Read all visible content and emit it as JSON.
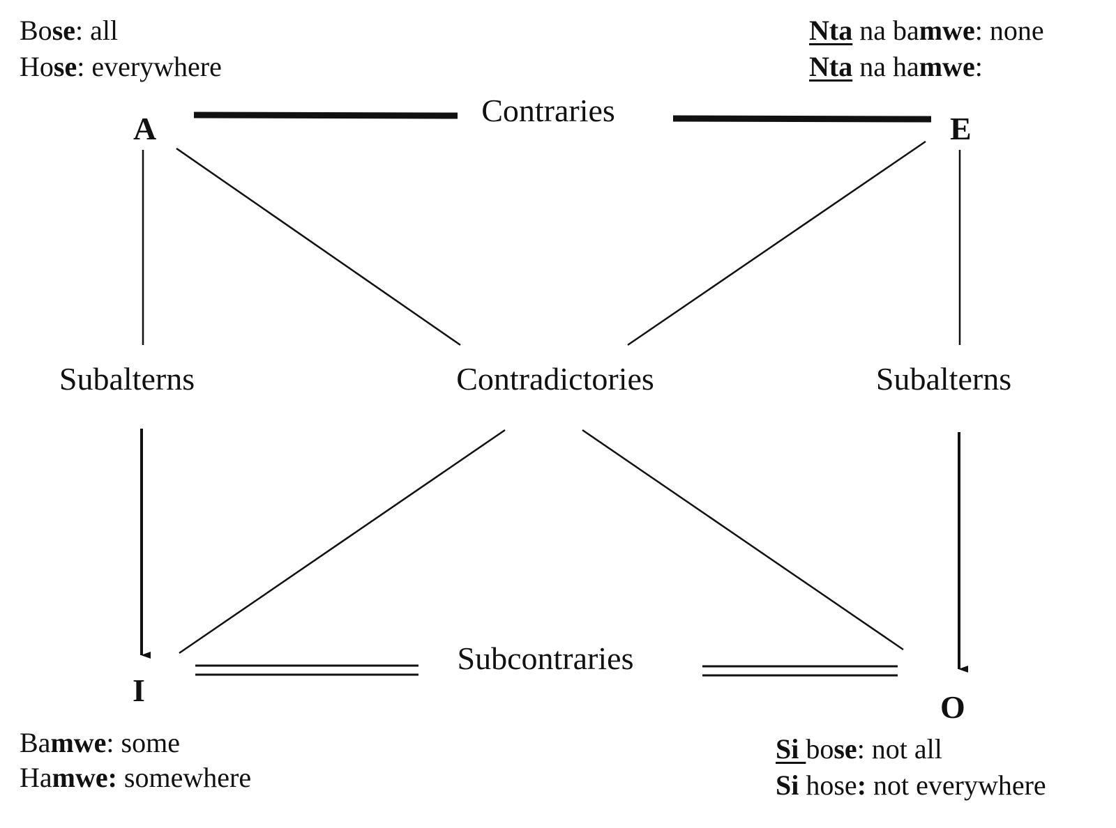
{
  "corners": {
    "a": "A",
    "e": "E",
    "i": "I",
    "o": "O"
  },
  "relations": {
    "contraries": "Contraries",
    "subalterns_left": "Subalterns",
    "contradictories": "Contradictories",
    "subalterns_right": "Subalterns",
    "subcontraries": "Subcontraries"
  },
  "glosses": {
    "a": [
      {
        "p1": "Bo",
        "p2": "se",
        "p3": ": all"
      },
      {
        "p1": "Ho",
        "p2": "se",
        "p3": ": everywhere"
      }
    ],
    "e": [
      {
        "p1": "Nta",
        "p2": " na ba",
        "p3": "mwe",
        "p4": ": none"
      },
      {
        "p1": "Nta",
        "p2": " na ha",
        "p3": "mwe",
        "p4": ":"
      }
    ],
    "i": [
      {
        "p1": "Ba",
        "p2": "mwe",
        "p3": ": some"
      },
      {
        "p1": "Ha",
        "p2": "mwe:",
        "p3": " somewhere"
      }
    ],
    "o": [
      {
        "p1": "Si ",
        "p2": "bo",
        "p3": "se",
        "p4": ": not all"
      },
      {
        "p1": "Si",
        "p2": " hose",
        "p3": ":",
        "p4": " not everywhere"
      }
    ]
  }
}
